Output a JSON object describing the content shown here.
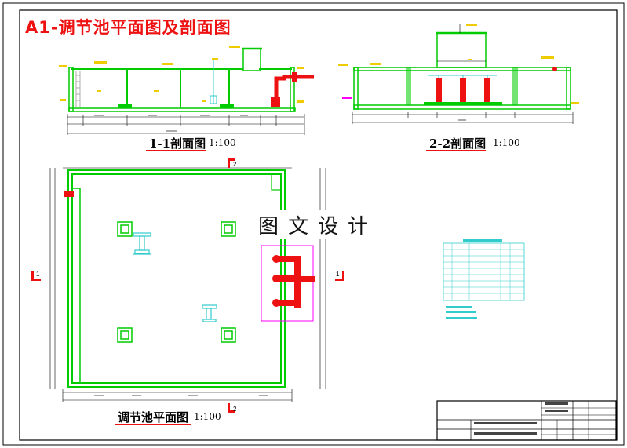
{
  "drawing": {
    "title": "A1-调节池平面图及剖面图",
    "watermark": "图文设计"
  },
  "views": {
    "section_1_1": {
      "title": "1-1剖面图",
      "scale": "1:100"
    },
    "section_2_2": {
      "title": "2-2剖面图",
      "scale": "1:100"
    },
    "plan": {
      "title": "调节池平面图",
      "scale": "1:100"
    }
  },
  "section_markers": {
    "mark_1": "1",
    "mark_2": "2"
  },
  "colors": {
    "frame": "#000000",
    "wall": "#00cc00",
    "pipe": "#ee1111",
    "pipe_cyan": "#33cccc",
    "annotation": "#ff00ff",
    "title_red": "#ee1111"
  }
}
